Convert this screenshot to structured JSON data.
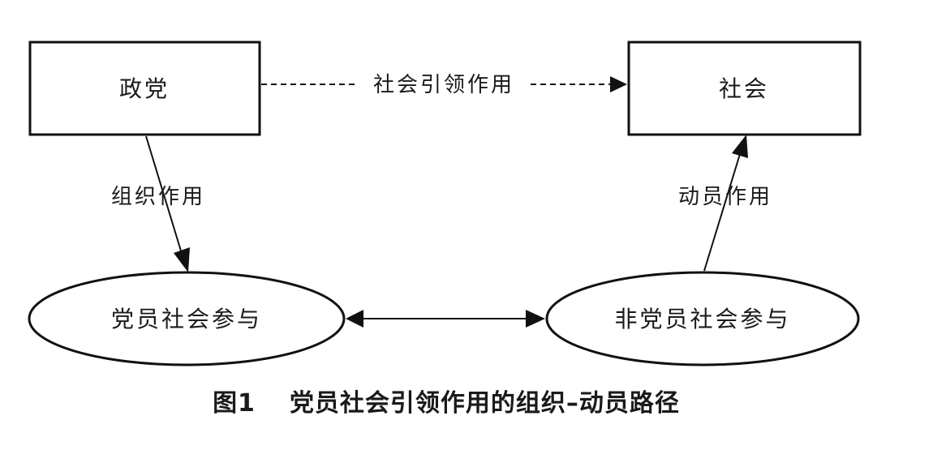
{
  "nodes": {
    "party": "政党",
    "society": "社会",
    "member_participation": "党员社会参与",
    "nonmember_participation": "非党员社会参与"
  },
  "edges": {
    "social_leading": "社会引领作用",
    "organizing": "组织作用",
    "mobilizing": "动员作用"
  },
  "caption": {
    "number": "图1",
    "title": "党员社会引领作用的组织–动员路径"
  }
}
